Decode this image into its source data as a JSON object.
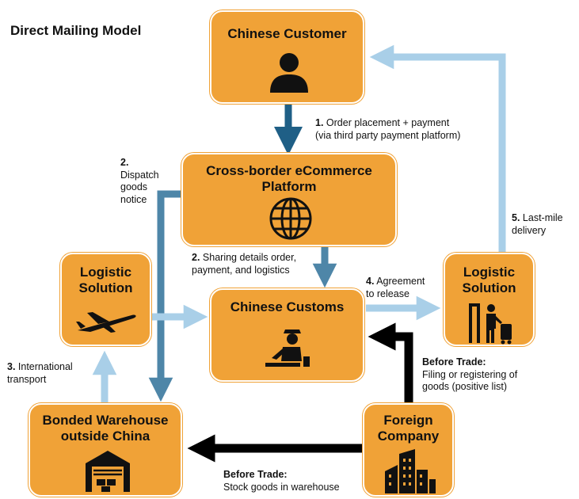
{
  "title": "Direct Mailing Model",
  "colors": {
    "box_fill": "#f0a237",
    "arrow_dark_blue": "#1f5f86",
    "arrow_mid_blue": "#4e86a8",
    "arrow_light_blue": "#a9cfe8",
    "arrow_black": "#000000"
  },
  "nodes": {
    "customer": {
      "title": "Chinese Customer",
      "icon": "person-icon"
    },
    "platform": {
      "title_line1": "Cross-border eCommerce",
      "title_line2": "Platform",
      "icon": "globe-icon"
    },
    "logistic_left": {
      "title_line1": "Logistic",
      "title_line2": "Solution",
      "icon": "airplane-icon"
    },
    "customs": {
      "title": "Chinese Customs",
      "icon": "customs-officer-icon"
    },
    "logistic_right": {
      "title_line1": "Logistic",
      "title_line2": "Solution",
      "icon": "traveller-luggage-icon"
    },
    "warehouse": {
      "title_line1": "Bonded Warehouse",
      "title_line2": "outside China",
      "icon": "warehouse-icon"
    },
    "foreign": {
      "title_line1": "Foreign",
      "title_line2": "Company",
      "icon": "buildings-icon"
    }
  },
  "labels": {
    "order": {
      "num": "1.",
      "line1": " Order placement + payment",
      "line2": "(via third party payment platform)"
    },
    "dispatch": {
      "num": "2.",
      "line1": "Dispatch",
      "line2": "goods",
      "line3": "notice"
    },
    "sharing": {
      "num": "2.",
      "line1": " Sharing details order,",
      "line2": "payment, and logistics"
    },
    "agreement": {
      "num": "4.",
      "line1": " Agreement",
      "line2": "to release"
    },
    "lastmile": {
      "num": "5.",
      "line1": " Last-mile",
      "line2": "delivery"
    },
    "transport": {
      "num": "3.",
      "line1": " International",
      "line2": "transport"
    },
    "before_trade_filing": {
      "head": "Before Trade:",
      "line1": "Filing or registering of",
      "line2": "goods (positive list)"
    },
    "before_trade_stock": {
      "head": "Before Trade:",
      "line1": "Stock goods in warehouse"
    }
  }
}
